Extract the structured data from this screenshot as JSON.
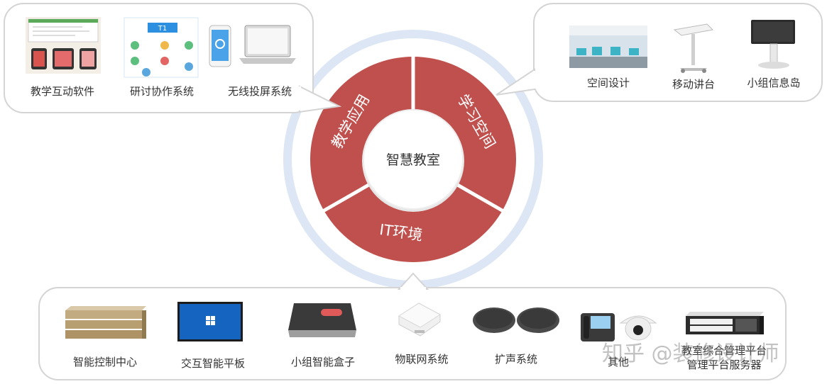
{
  "center": {
    "hub_label": "智慧教室",
    "segments": [
      {
        "label": "教学应用"
      },
      {
        "label": "学习空间"
      },
      {
        "label": "IT环境"
      }
    ]
  },
  "top_left_panel": {
    "items": [
      {
        "label": "教学互动软件"
      },
      {
        "label": "研讨协作系统",
        "badge": "T1"
      },
      {
        "label": "无线投屏系统"
      }
    ]
  },
  "top_right_panel": {
    "items": [
      {
        "label": "空间设计"
      },
      {
        "label": "移动讲台"
      },
      {
        "label": "小组信息岛"
      }
    ]
  },
  "bottom_panel": {
    "items": [
      {
        "label": "智能控制中心"
      },
      {
        "label": "交互智能平板"
      },
      {
        "label": "小组智能盒子"
      },
      {
        "label": "物联网系统"
      },
      {
        "label": "扩声系统"
      },
      {
        "label": "其他"
      },
      {
        "label": "教室综合管理平台"
      },
      {
        "label": "管理平台服务器"
      }
    ]
  },
  "watermark": "知乎 @装修设计师",
  "colors": {
    "segment_red": "#c0504d",
    "ring_blue": "#dce6f5",
    "panel_border": "#d4d4d4"
  }
}
